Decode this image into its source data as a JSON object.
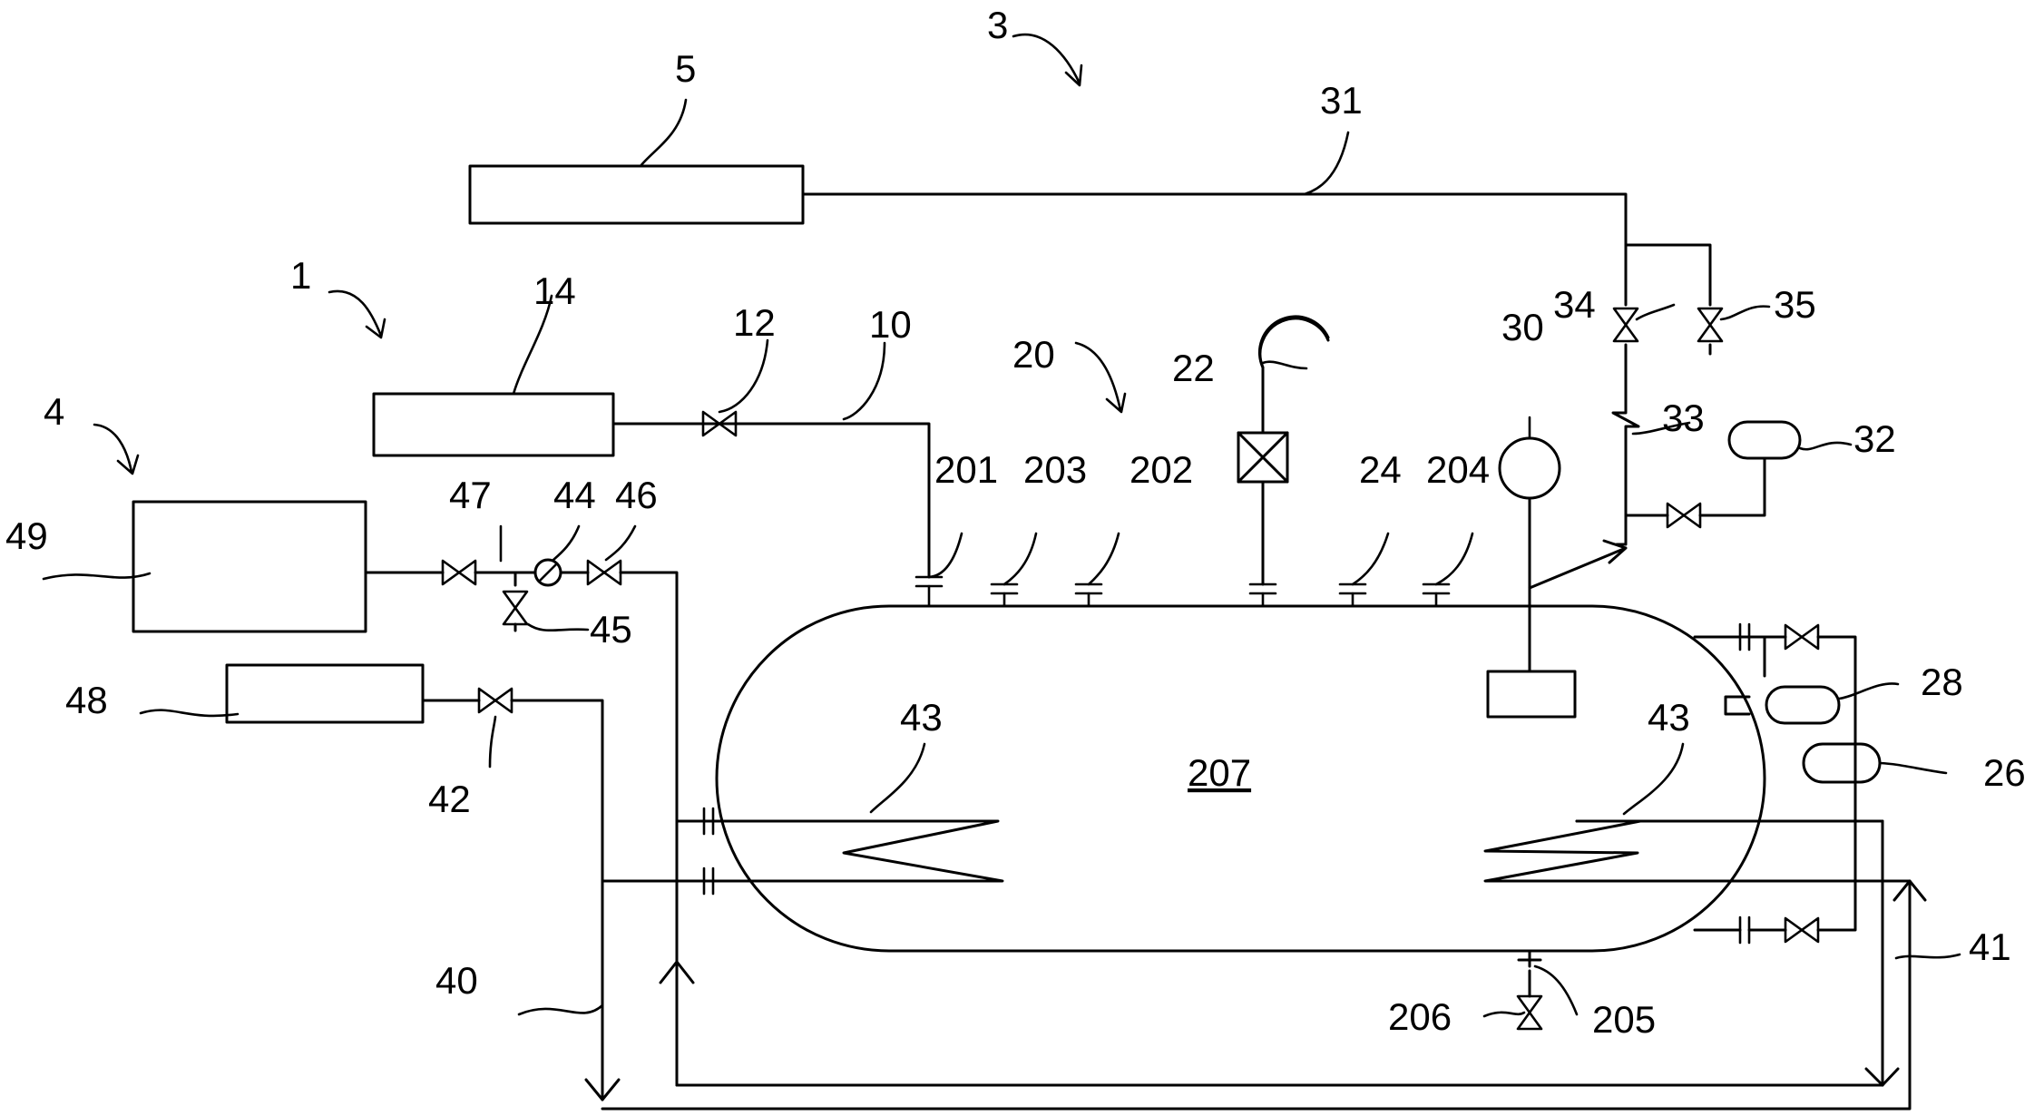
{
  "labels": {
    "n1": "1",
    "n3": "3",
    "n4": "4",
    "n5": "5",
    "n10": "10",
    "n12": "12",
    "n14": "14",
    "n20": "20",
    "n22": "22",
    "n24": "24",
    "n26": "26",
    "n28": "28",
    "n30": "30",
    "n31": "31",
    "n32": "32",
    "n33": "33",
    "n34": "34",
    "n35": "35",
    "n40": "40",
    "n41": "41",
    "n42": "42",
    "n43a": "43",
    "n43b": "43",
    "n44": "44",
    "n45": "45",
    "n46": "46",
    "n47": "47",
    "n48": "48",
    "n49": "49",
    "n201": "201",
    "n202": "202",
    "n203": "203",
    "n204": "204",
    "n205": "205",
    "n206": "206",
    "n207": "207"
  }
}
